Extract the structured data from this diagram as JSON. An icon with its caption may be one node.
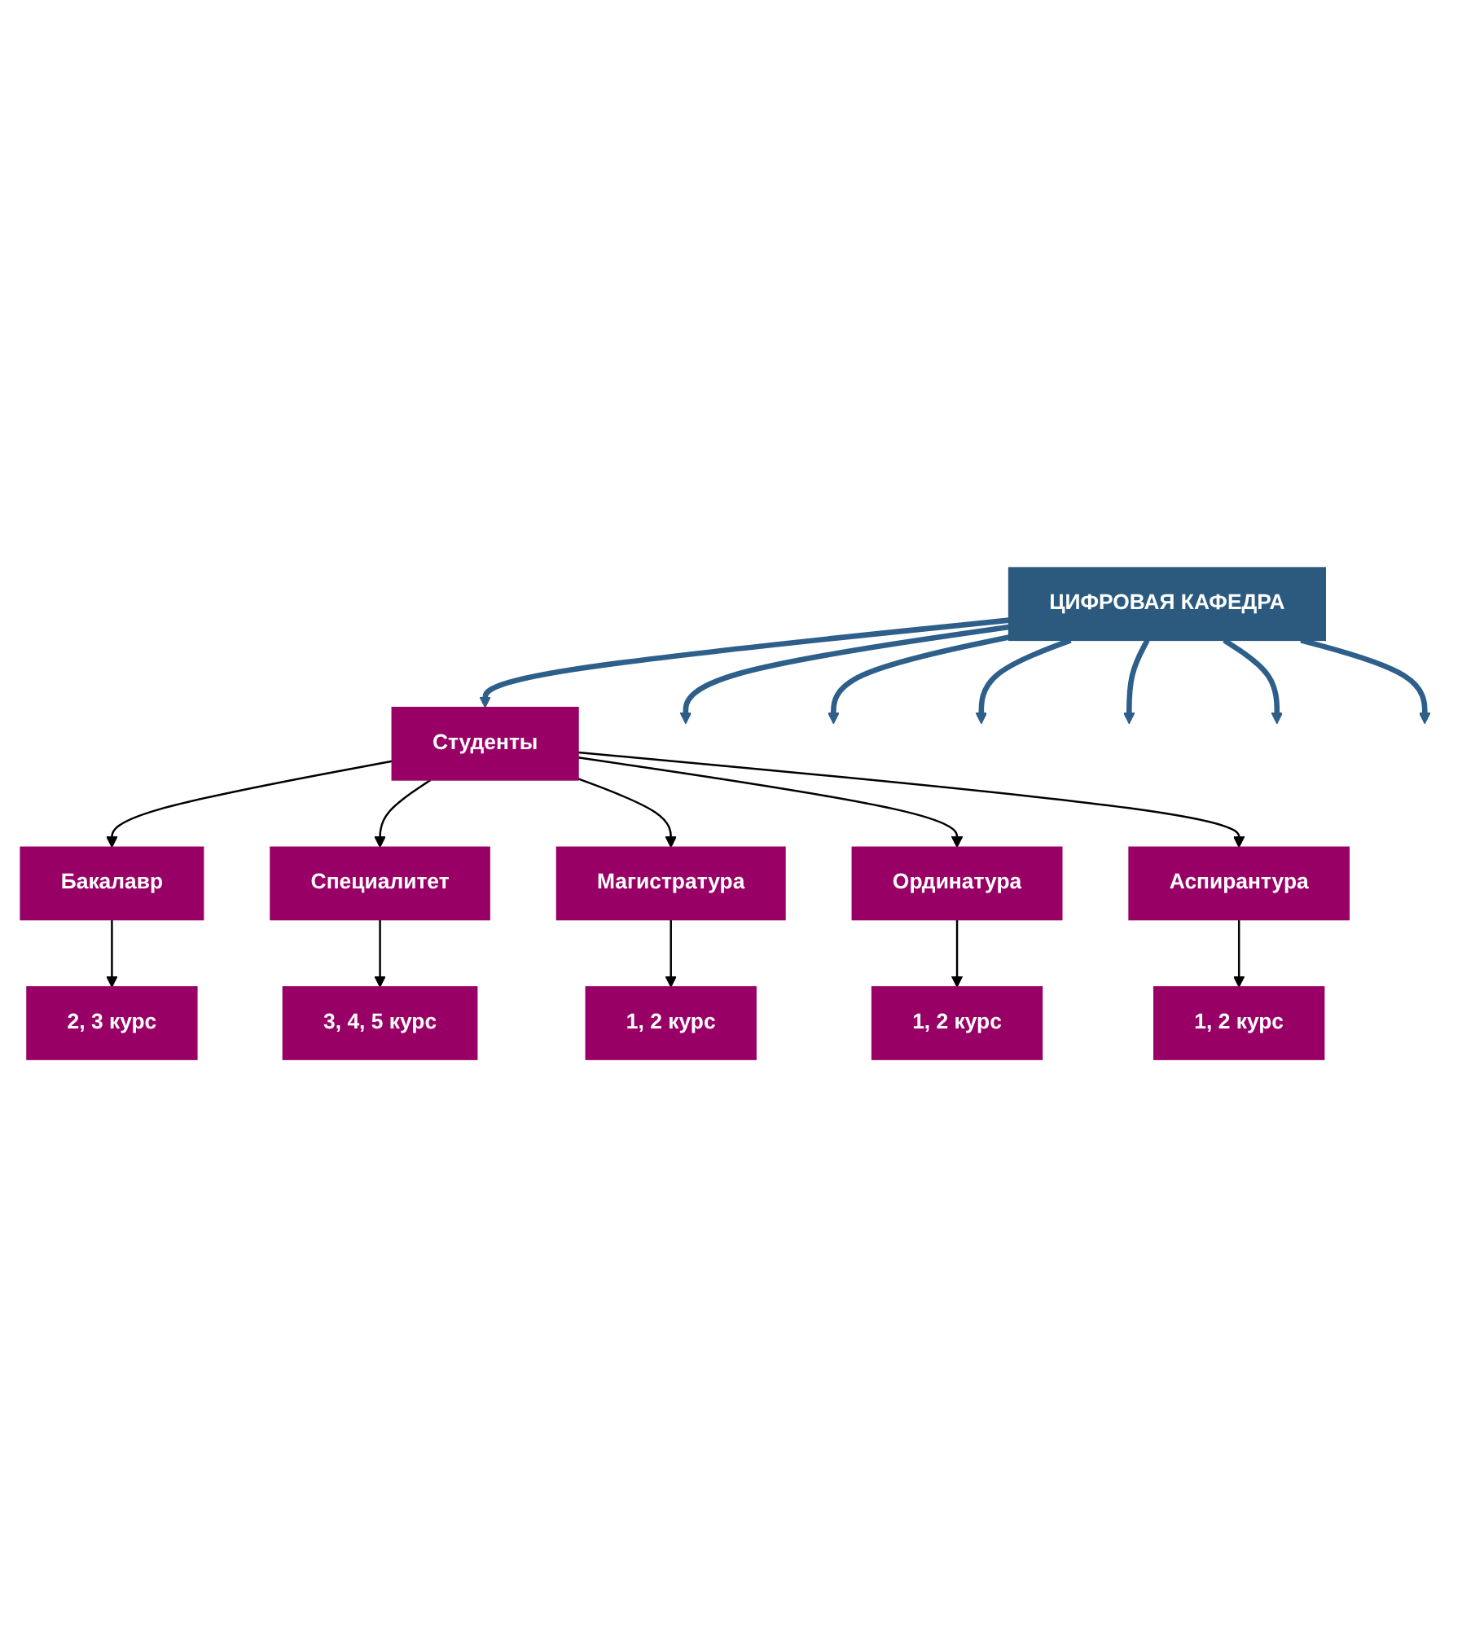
{
  "diagram": {
    "nodes": [
      {
        "text": [
          "ЦИФРОВАЯ КАФЕДРА"
        ]
      },
      {
        "text": [
          "Студенты"
        ]
      },
      {
        "text": [
          "Бакалавр"
        ]
      },
      {
        "text": [
          "Специалитет"
        ]
      },
      {
        "text": [
          "Магистратура"
        ]
      },
      {
        "text": [
          "Ординатура"
        ]
      },
      {
        "text": [
          "Аспирантура"
        ]
      },
      {
        "text": [
          "2, 3 курс"
        ]
      },
      {
        "text": [
          "3, 4, 5 курс"
        ]
      },
      {
        "text": [
          "1, 2 курс"
        ]
      },
      {
        "text": [
          "1, 2 курс"
        ]
      },
      {
        "text": [
          "1, 2 курс"
        ]
      }
    ],
    "edges": [
      {
        "from": 0,
        "to": null,
        "arrow": "to",
        "style": "thick",
        "color": "#2e5f8a"
      },
      {
        "from": 0,
        "to": null,
        "arrow": "to",
        "style": "thick",
        "color": "#2e5f8a"
      },
      {
        "from": 0,
        "to": null,
        "arrow": "to",
        "style": "thick",
        "color": "#2e5f8a"
      },
      {
        "from": 0,
        "to": null,
        "arrow": "to",
        "style": "thick",
        "color": "#2e5f8a"
      },
      {
        "from": 0,
        "to": 1,
        "arrow": "to",
        "style": "thick",
        "color": "#2e5f8a"
      },
      {
        "from": 0,
        "to": null,
        "arrow": "to",
        "style": "thick",
        "color": "#2e5f8a"
      },
      {
        "from": 0,
        "to": null,
        "arrow": "to",
        "style": "thick",
        "color": "#2e5f8a"
      },
      {
        "from": 1,
        "to": 2,
        "arrow": "to"
      },
      {
        "from": 1,
        "to": 3,
        "arrow": "to"
      },
      {
        "from": 1,
        "to": 4,
        "arrow": "to"
      },
      {
        "from": 1,
        "to": 5,
        "arrow": "to"
      },
      {
        "from": 1,
        "to": 6,
        "arrow": "to"
      },
      {
        "from": 2,
        "to": 7,
        "arrow": "to"
      },
      {
        "from": 3,
        "to": 8,
        "arrow": "to"
      },
      {
        "from": 4,
        "to": 9,
        "arrow": "to"
      },
      {
        "from": 5,
        "to": 10,
        "arrow": "to"
      },
      {
        "from": 6,
        "to": 11,
        "arrow": "to"
      }
    ]
  }
}
